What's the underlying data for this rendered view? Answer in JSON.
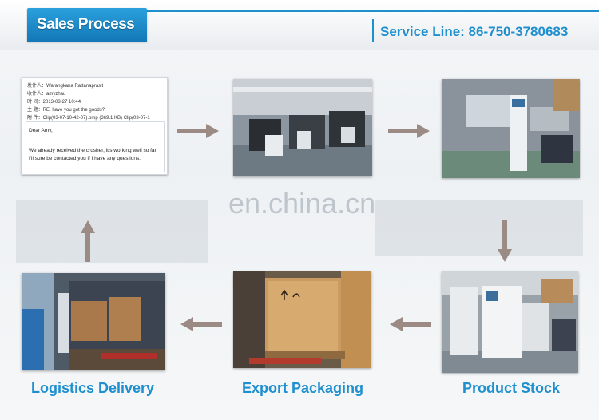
{
  "header": {
    "tab_title": "Sales Process",
    "service_line": "Service Line: 86-750-3780683",
    "accent_color": "#1e8fcf"
  },
  "watermark": "en.china.cn",
  "email": {
    "lines": [
      "发件人：Warangkana Rattanaprasit",
      "收件人：amyzhau",
      "时 间：2013-03-27 10:44",
      "主 题：RE: have you got the goods?",
      "附 件：Clip(03-07-10-42-07).bmp (369.1 KB)   Clip(03-07-1"
    ],
    "greeting": "Dear Amy,",
    "message": "We already received the crusher, it's working well so far.",
    "message2": "I'll sure be contacted you if I have any questions."
  },
  "steps": [
    {
      "label": "Product Stock"
    },
    {
      "label": "Export Packaging"
    },
    {
      "label": "Logistics Delivery"
    }
  ],
  "icons": [
    "arrow-right-icon",
    "arrow-down-icon",
    "arrow-left-icon",
    "arrow-up-icon"
  ]
}
